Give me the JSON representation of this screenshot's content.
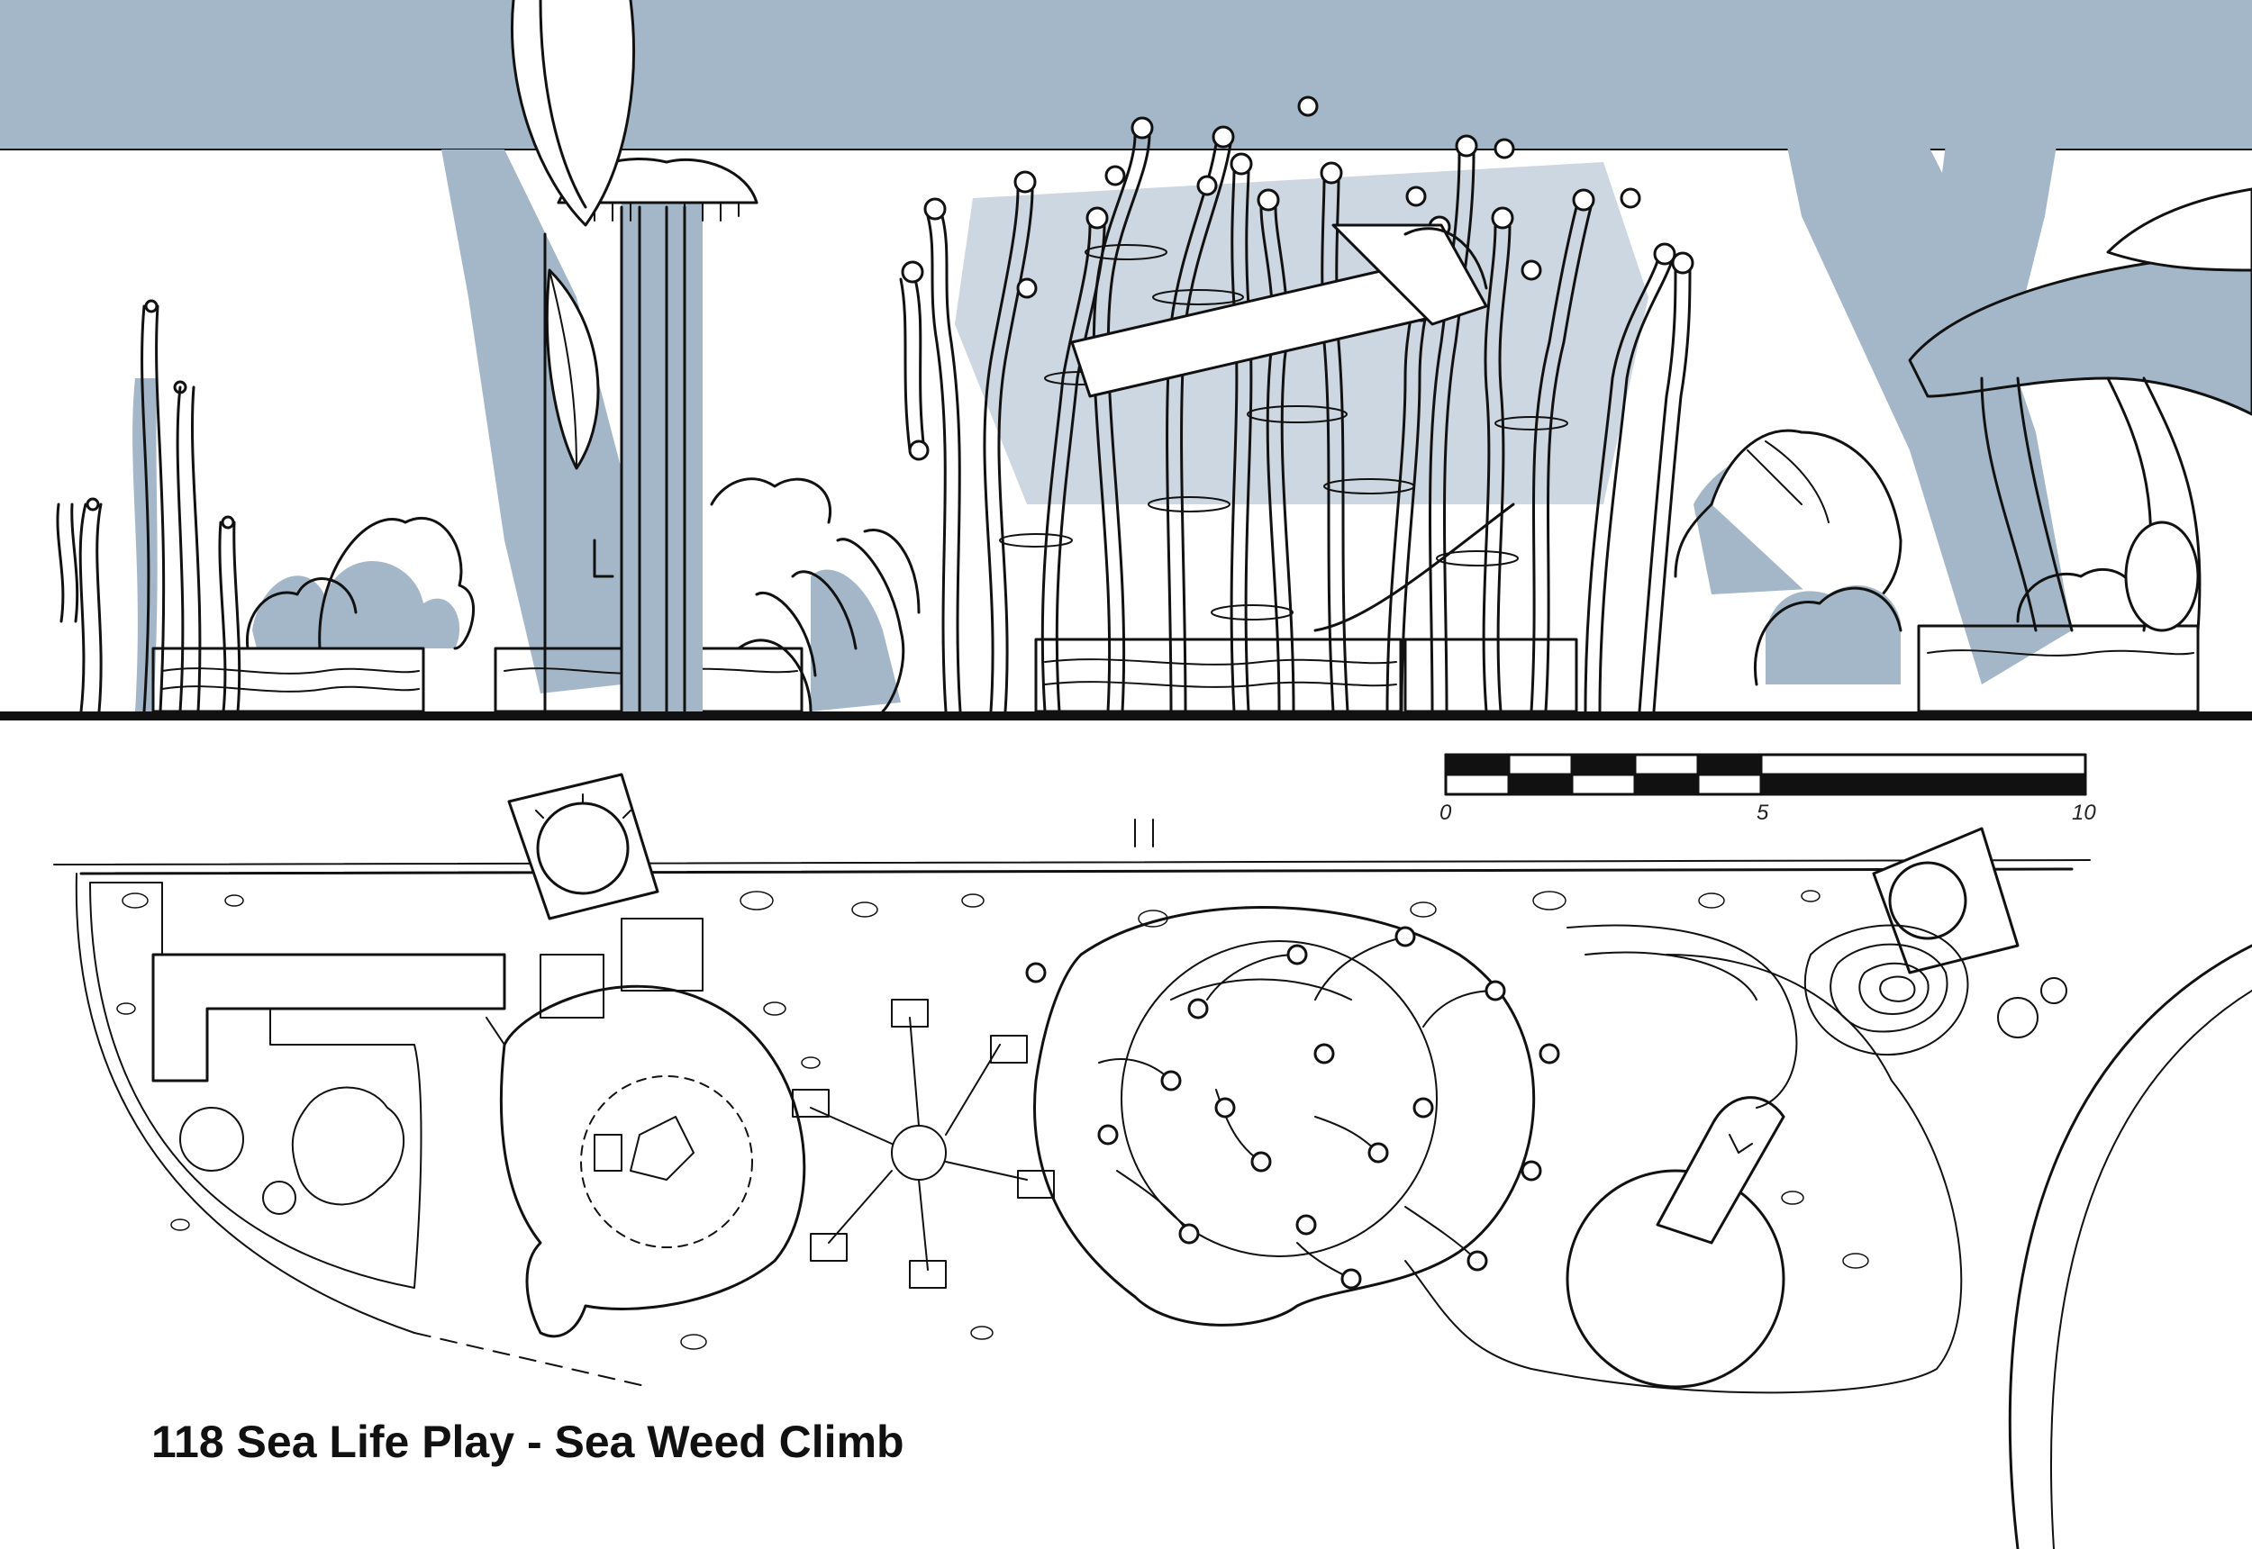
{
  "caption": "118 Sea Life Play - Sea Weed Climb",
  "scale_bar": {
    "ticks": [
      "0",
      "5",
      "10"
    ]
  },
  "colors": {
    "sky": "#a4b7c9",
    "shade": "#a4b7c9",
    "ink": "#111111",
    "paper": "#ffffff"
  },
  "icons": [
    "jellyfish-tower",
    "seaweed-climb-frame",
    "tube-slide",
    "shell-sculpture",
    "mushroom-canopy",
    "coral-planting"
  ]
}
